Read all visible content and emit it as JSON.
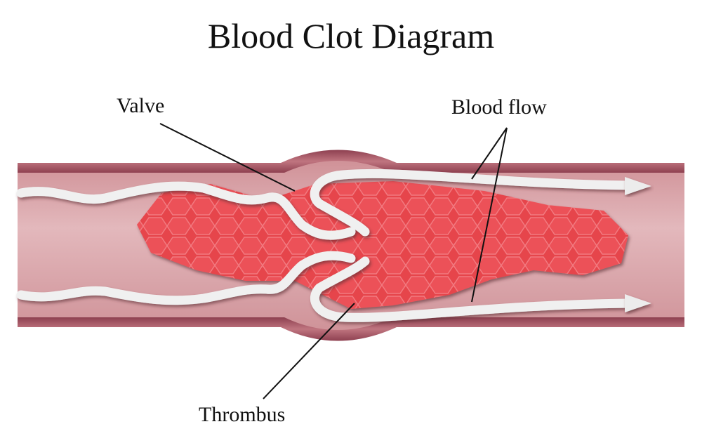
{
  "title": "Blood Clot Diagram",
  "labels": {
    "valve": "Valve",
    "blood_flow": "Blood flow",
    "thrombus": "Thrombus"
  },
  "colors": {
    "vessel_wall": "#a65865",
    "vessel_interior": "#dba7ac",
    "thrombus": "#e8464c",
    "flow_arrow": "#e6e6e6",
    "leader_line": "#111111"
  }
}
